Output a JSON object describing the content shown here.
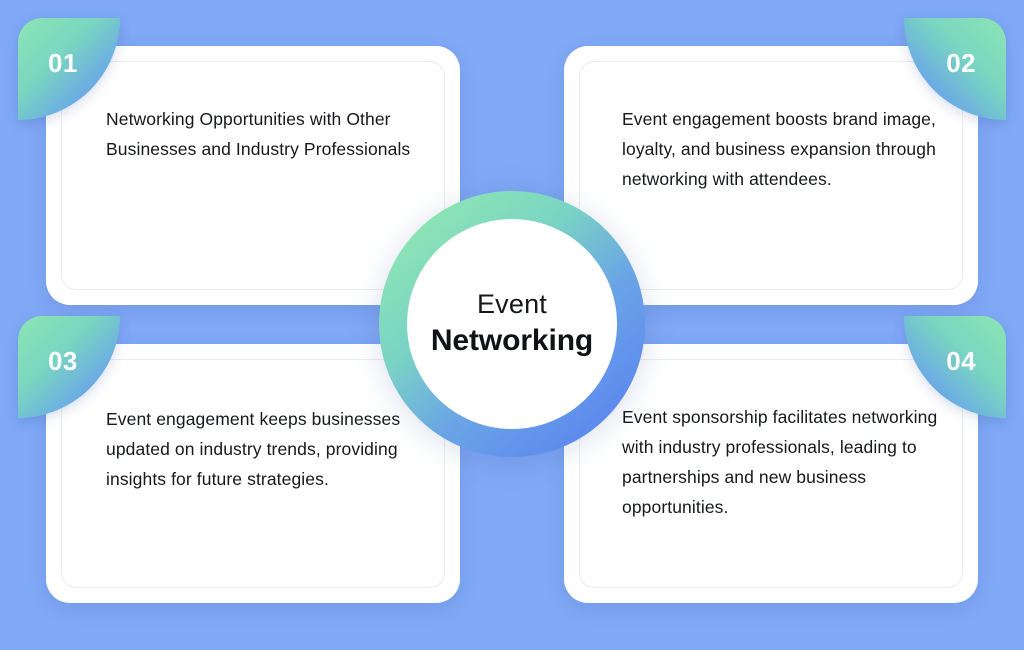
{
  "background_color": "#7fa8f5",
  "hub": {
    "line1": "Event",
    "line2": "Networking",
    "ring_gradient_start": "#8ce5b4",
    "ring_gradient_end": "#5b86ef"
  },
  "cards": [
    {
      "number": "01",
      "badge_corner": "top-left",
      "text": "Networking Opportunities with Other Businesses and Industry Professionals"
    },
    {
      "number": "02",
      "badge_corner": "top-right",
      "text": "Event engagement boosts brand image, loyalty, and business expansion through networking with attendees."
    },
    {
      "number": "03",
      "badge_corner": "top-left",
      "text": "Event engagement keeps businesses updated on industry trends, providing insights for future strategies."
    },
    {
      "number": "04",
      "badge_corner": "top-right",
      "text": "Event sponsorship facilitates networking with industry professionals, leading to partnerships and new business opportunities."
    }
  ]
}
